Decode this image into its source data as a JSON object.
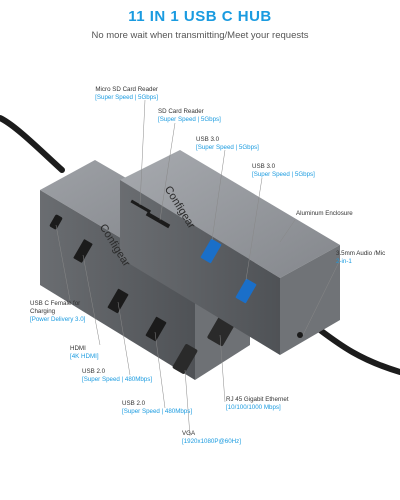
{
  "header": {
    "title": "11 IN 1 USB C HUB",
    "subtitle": "No more wait when transmitting/Meet your requests"
  },
  "brand": {
    "logo_text": "Configear"
  },
  "callouts": [
    {
      "name": "Micro SD Card Reader",
      "spec": "[Super Speed | 5Gbps]"
    },
    {
      "name": "SD Card Reader",
      "spec": "[Super Speed | 5Gbps]"
    },
    {
      "name": "USB 3.0",
      "spec": "[Super Speed | 5Gbps]"
    },
    {
      "name": "USB 3.0",
      "spec": "[Super Speed | 5Gbps]"
    },
    {
      "name": "Aluminum Enclosure",
      "spec": ""
    },
    {
      "name": "3.5mm Audio /Mic",
      "spec": "2-in-1"
    },
    {
      "name": "USB C Female for Charging",
      "spec": "[Power Delivery 3.0]"
    },
    {
      "name": "HDMI",
      "spec": "[4K HDMI]"
    },
    {
      "name": "USB 2.0",
      "spec": "[Super Speed | 480Mbps]"
    },
    {
      "name": "USB 2.0",
      "spec": "[Super Speed | 480Mbps]"
    },
    {
      "name": "RJ 45 Gigabit Ethernet",
      "spec": "[10/100/1000 Mbps]"
    },
    {
      "name": "VGA",
      "spec": "[1920x1080P@60Hz]"
    }
  ],
  "colors": {
    "accent": "#1a9be0",
    "body": "#8a8d92",
    "body_dark": "#5d6064",
    "cable": "#1c1c1c"
  }
}
